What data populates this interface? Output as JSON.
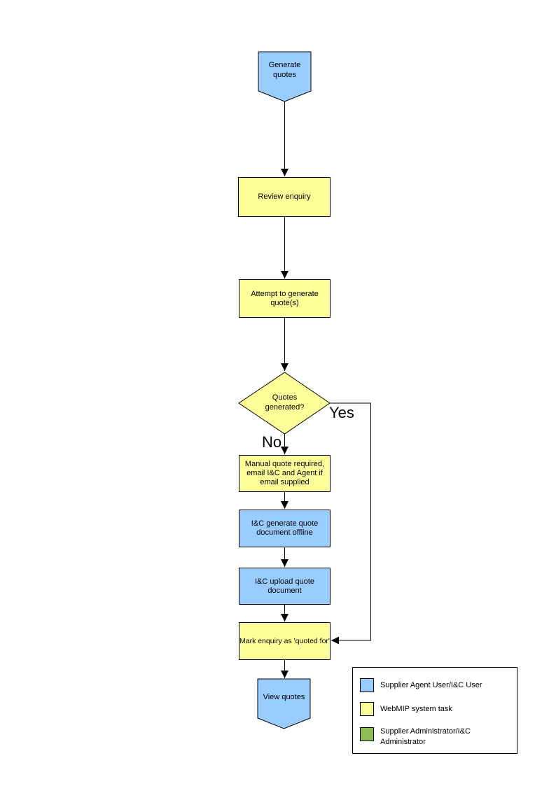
{
  "colors": {
    "actor_blue": "#99CCFF",
    "task_yellow": "#FFFF99",
    "admin_green": "#8CBE55",
    "line_black": "#000000",
    "background": "#FFFFFF"
  },
  "nodes": {
    "start": "Generate quotes",
    "review_enquiry": "Review enquiry",
    "attempt_generate": "Attempt to generate quote(s)",
    "decision": "Quotes generated?",
    "manual_quote": "Manual quote required, email I&C and Agent if email supplied",
    "generate_offline": "I&C generate quote document offline",
    "upload_document": "I&C upload quote document",
    "mark_quoted": "Mark enquiry as 'quoted for'",
    "end": "View quotes"
  },
  "branches": {
    "yes": "Yes",
    "no": "No"
  },
  "legend": {
    "items": [
      {
        "color": "actor_blue",
        "label": "Supplier Agent User/I&C User"
      },
      {
        "color": "task_yellow",
        "label": "WebMIP system task"
      },
      {
        "color": "admin_green",
        "label": "Supplier Administrator/I&C Administrator"
      }
    ]
  }
}
